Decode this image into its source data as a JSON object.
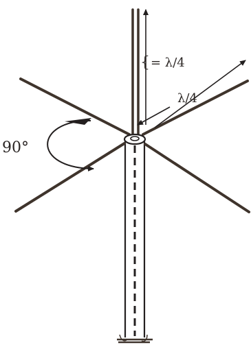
{
  "diagram": {
    "angle_label": "90°",
    "vertical_length_label": "= λ/4",
    "radial_length_label": "λ/4"
  }
}
